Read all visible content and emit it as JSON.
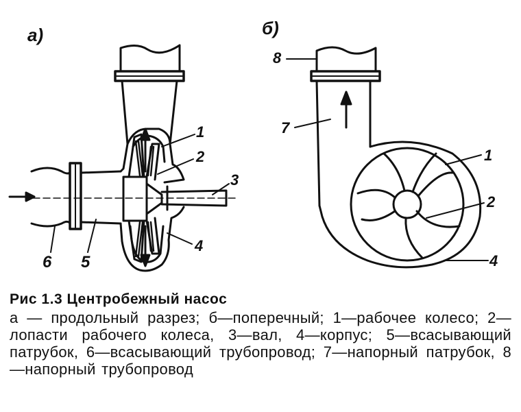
{
  "figure": {
    "panel_a_label": "а)",
    "panel_b_label": "б)",
    "a_numbers": {
      "n1": "1",
      "n2": "2",
      "n3": "3",
      "n4": "4",
      "n5": "5",
      "n6": "6"
    },
    "b_numbers": {
      "n8": "8",
      "n7": "7",
      "n1": "1",
      "n2": "2",
      "n4": "4"
    }
  },
  "caption": {
    "title": "Рис 1.3  Центробежный насос",
    "body": "а — продольный разрез; б—поперечный; 1—рабочее колесо; 2—лопасти рабочего колеса, 3—вал, 4—корпус; 5—всасывающий патрубок, 6—всасывающий трубопровод; 7—напорный патрубок, 8—напорный трубопровод"
  },
  "colors": {
    "ink": "#111111",
    "paper": "#ffffff"
  }
}
